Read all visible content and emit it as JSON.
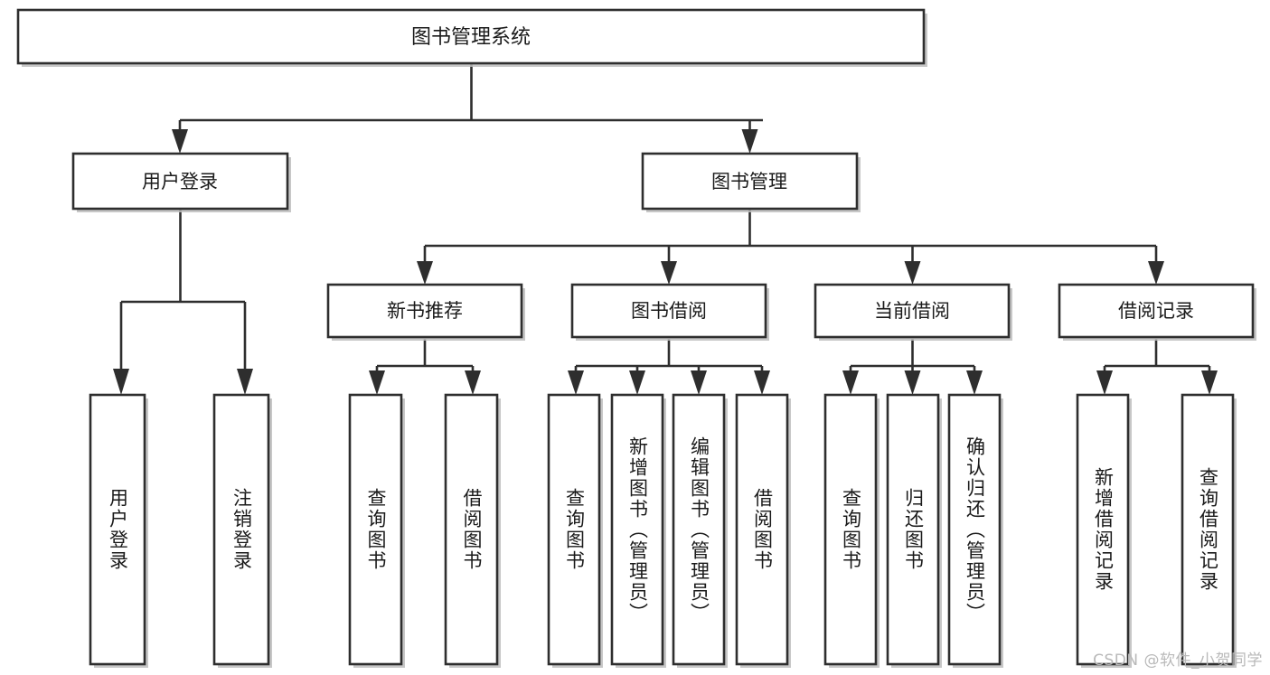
{
  "diagram": {
    "title": "图书管理系统",
    "type": "tree-hierarchy",
    "orientation": "top-down",
    "colors": {
      "box_fill": "#ffffff",
      "box_stroke": "#2e2e2e",
      "text": "#1a1a1a",
      "watermark": "#b9b9b9",
      "background": "#ffffff"
    },
    "root": {
      "label": "图书管理系统"
    },
    "level2": [
      {
        "label": "用户登录"
      },
      {
        "label": "图书管理"
      }
    ],
    "level3": [
      {
        "label": "新书推荐"
      },
      {
        "label": "图书借阅"
      },
      {
        "label": "当前借阅"
      },
      {
        "label": "借阅记录"
      }
    ],
    "leaves": {
      "user_login": [
        {
          "label": "用户登录"
        },
        {
          "label": "注销登录"
        }
      ],
      "new_book_recommend": [
        {
          "label": "查询图书"
        },
        {
          "label": "借阅图书"
        }
      ],
      "book_borrow": [
        {
          "label": "查询图书"
        },
        {
          "label": "新增图书（管理员）"
        },
        {
          "label": "编辑图书（管理员）"
        },
        {
          "label": "借阅图书"
        }
      ],
      "current_borrow": [
        {
          "label": "查询图书"
        },
        {
          "label": "归还图书"
        },
        {
          "label": "确认归还（管理员）"
        }
      ],
      "borrow_record": [
        {
          "label": "新增借阅记录"
        },
        {
          "label": "查询借阅记录"
        }
      ]
    }
  },
  "watermark": {
    "text": "CSDN @软件_小贺同学"
  }
}
